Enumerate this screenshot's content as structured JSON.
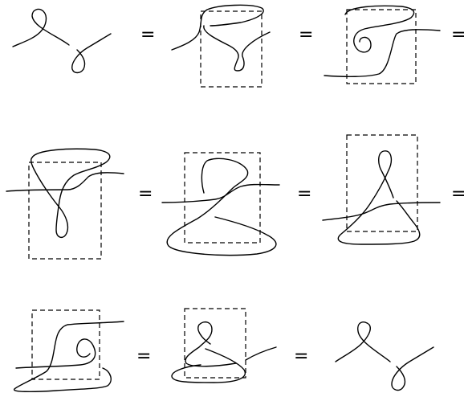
{
  "diagram": {
    "equals_symbol": "=",
    "rows": [
      {
        "panels": 3,
        "trailing_equals": true
      },
      {
        "panels": 3,
        "trailing_equals": true
      },
      {
        "panels": 3,
        "trailing_equals": false
      }
    ]
  }
}
